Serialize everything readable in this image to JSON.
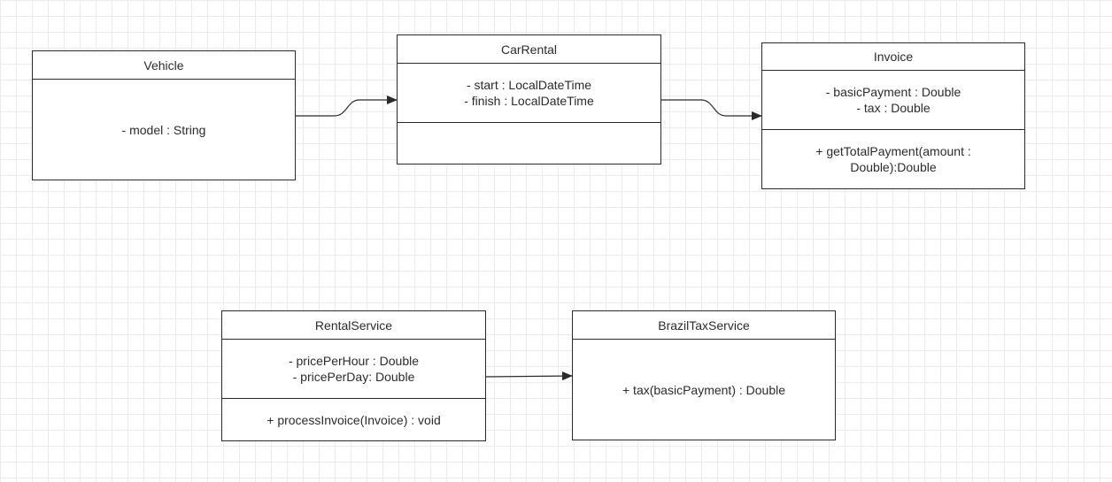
{
  "classes": {
    "vehicle": {
      "name": "Vehicle",
      "attributes": [
        "- model : String"
      ]
    },
    "car_rental": {
      "name": "CarRental",
      "attributes": [
        "- start : LocalDateTime",
        "- finish : LocalDateTime"
      ]
    },
    "invoice": {
      "name": "Invoice",
      "attributes": [
        "- basicPayment : Double",
        "- tax : Double"
      ],
      "methods": [
        "+ getTotalPayment(amount :",
        "Double):Double"
      ]
    },
    "rental_service": {
      "name": "RentalService",
      "attributes": [
        "- pricePerHour : Double",
        "- pricePerDay: Double"
      ],
      "methods": [
        "+ processInvoice(Invoice) : void"
      ]
    },
    "brazil_tax_service": {
      "name": "BrazilTaxService",
      "methods": [
        "+ tax(basicPayment) : Double"
      ]
    }
  },
  "colors": {
    "background": "#ffffff",
    "grid": "#ebebeb",
    "stroke": "#2a2a2a",
    "text": "#2b2b2b"
  }
}
